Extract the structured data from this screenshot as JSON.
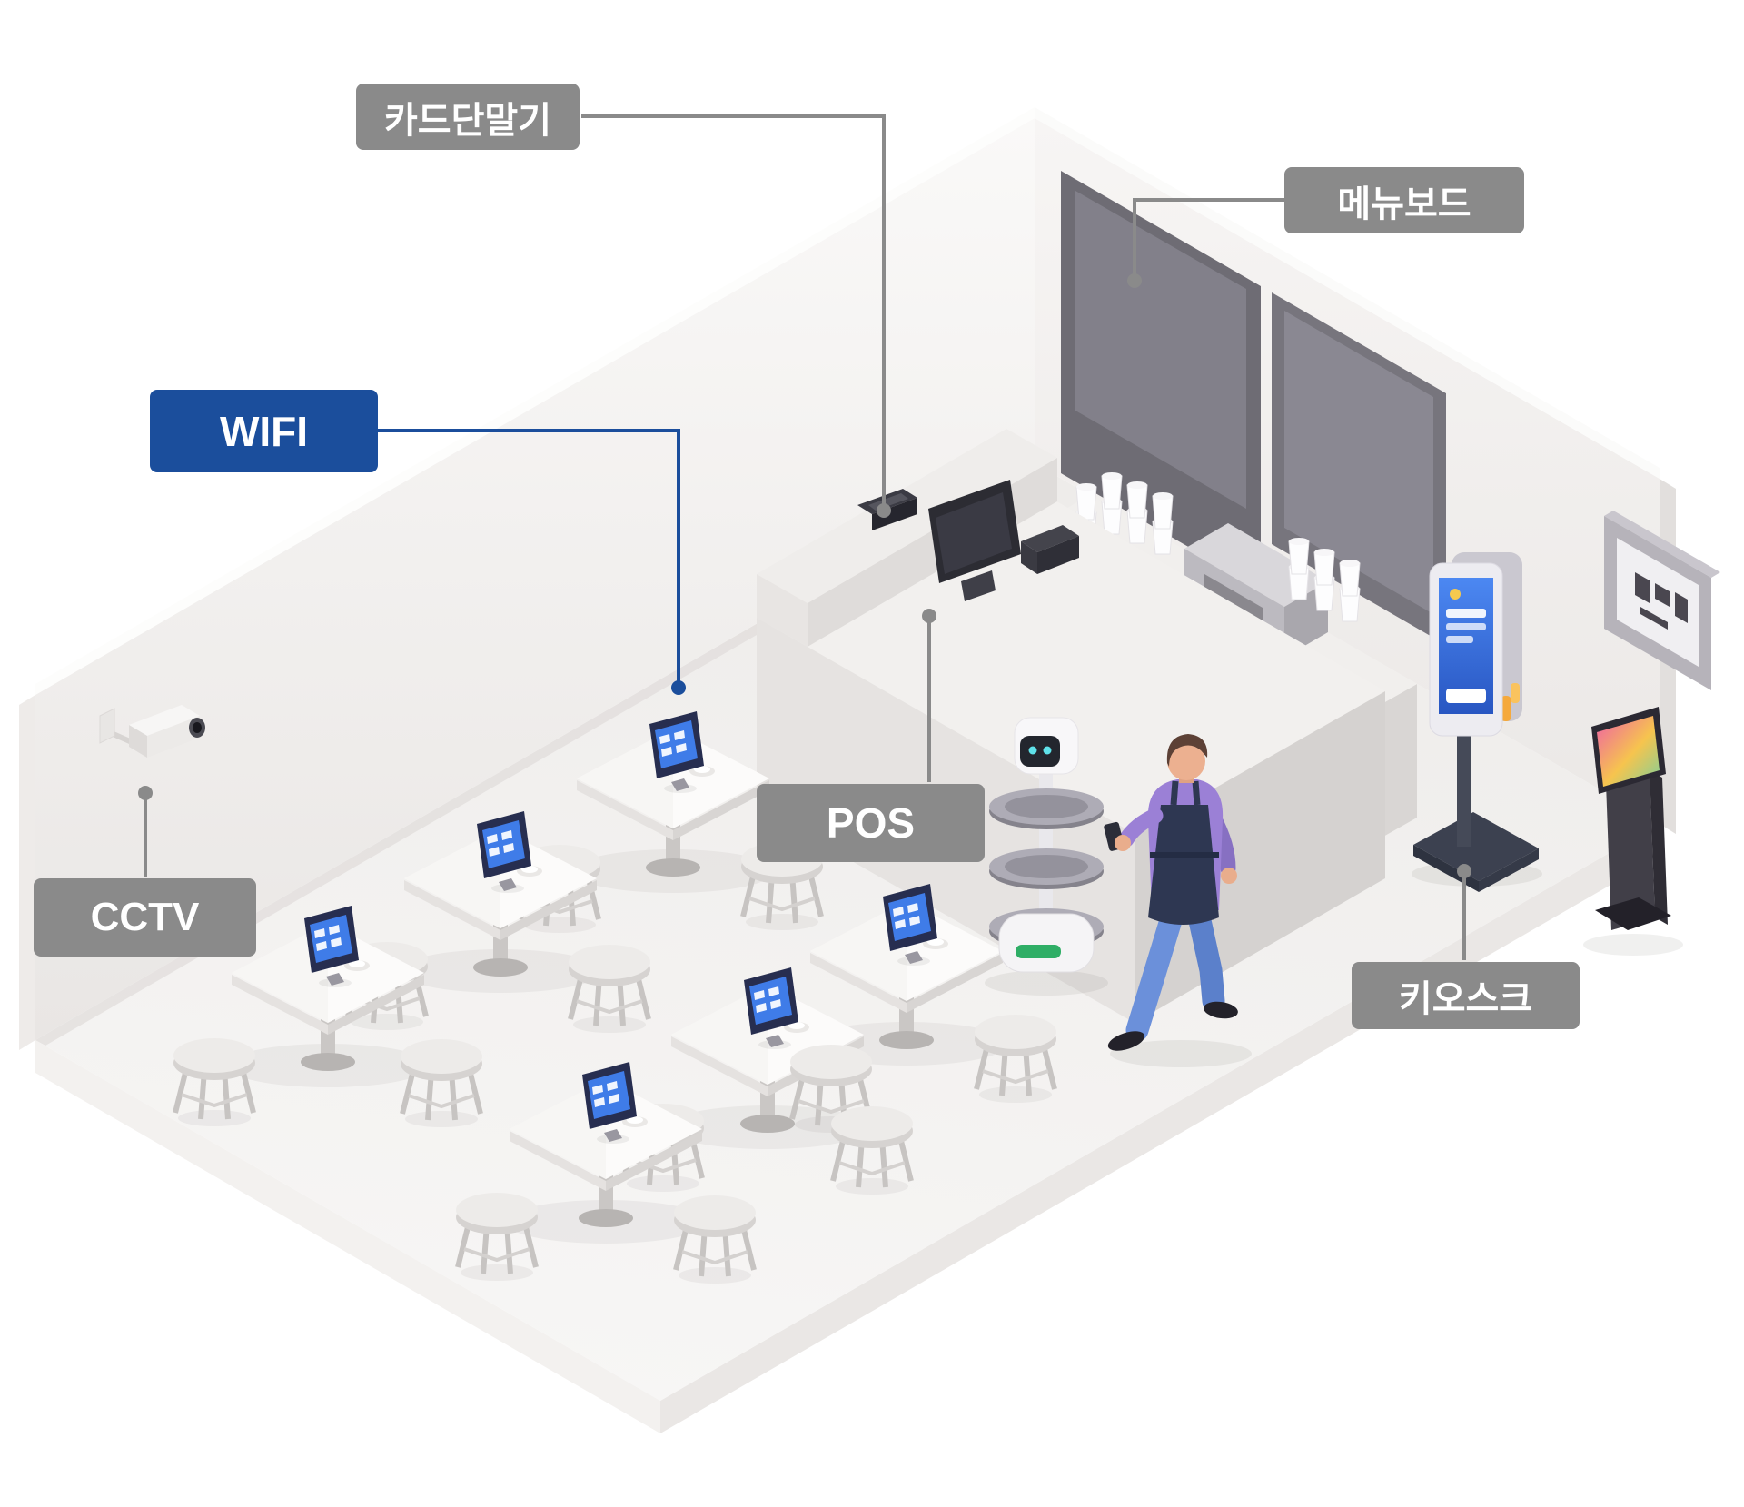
{
  "diagram": {
    "labels": {
      "card_terminal": "카드단말기",
      "menu_board": "메뉴보드",
      "wifi": "WIFI",
      "cctv": "CCTV",
      "pos": "POS",
      "kiosk": "키오스크"
    },
    "colors": {
      "label_gray": "#8a8a8a",
      "label_blue": "#1b4e9c",
      "label_text": "#ffffff",
      "connector_gray": "#8a8a8a",
      "connector_blue": "#1b4e9c",
      "tablet_screen_blue": "#3f7ce8",
      "kiosk_screen_blue": "#3a76e0"
    }
  }
}
